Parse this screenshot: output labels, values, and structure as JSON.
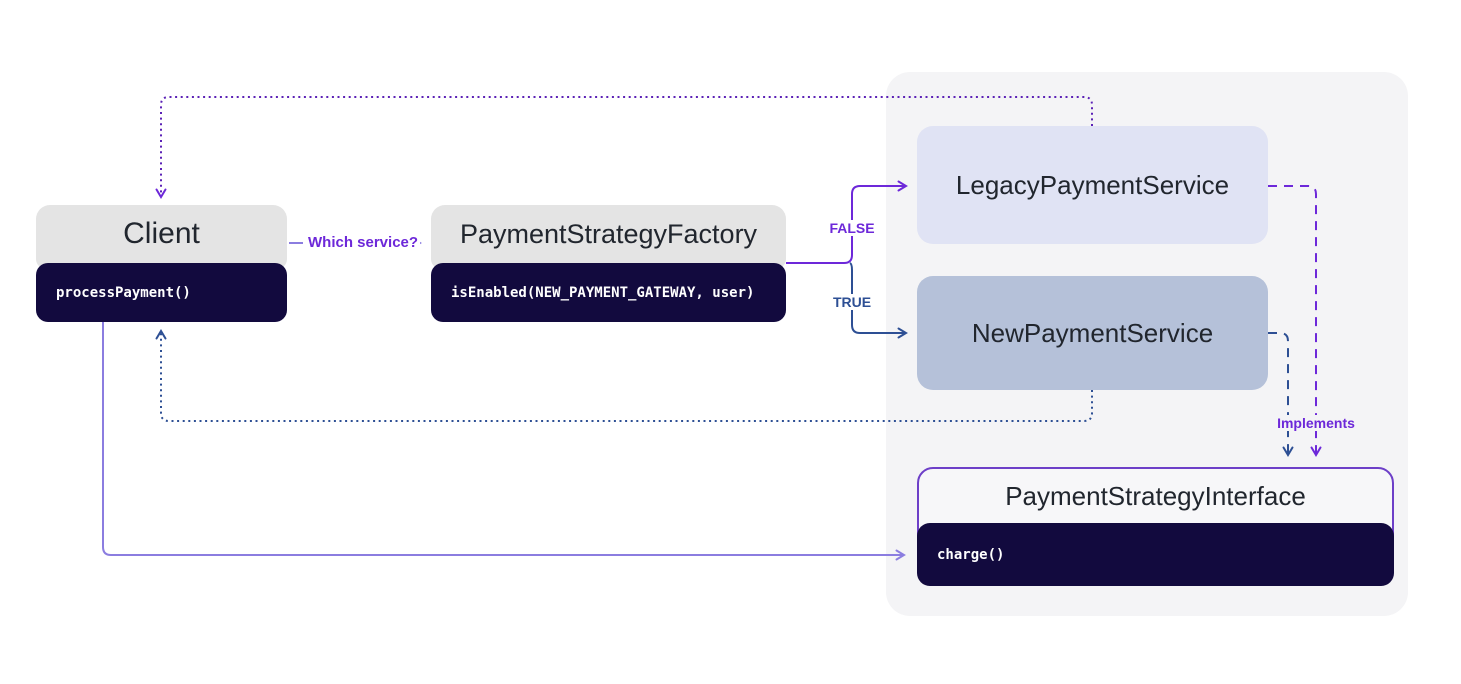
{
  "client": {
    "title": "Client",
    "method": "processPayment()"
  },
  "factory": {
    "title": "PaymentStrategyFactory",
    "method": "isEnabled(NEW_PAYMENT_GATEWAY, user)"
  },
  "legacyService": {
    "title": "LegacyPaymentService"
  },
  "newService": {
    "title": "NewPaymentService"
  },
  "paymentInterface": {
    "title": "PaymentStrategyInterface",
    "method": "charge()"
  },
  "edges": {
    "whichService": "Which service?",
    "falseBranch": "FALSE",
    "trueBranch": "TRUE",
    "implements": "Implements"
  },
  "colors": {
    "purple": "#6d28d9",
    "dottedPurple": "#5b21b6",
    "blue": "#2d4f94",
    "lavender": "#8b7de0",
    "navyBox": "#120a3e",
    "headerGray": "#e4e4e4",
    "legacyFill": "#e0e3f4",
    "newFill": "#b5c1d9",
    "panelBg": "#f4f4f6",
    "interfaceBorder": "#6d3fc8"
  }
}
